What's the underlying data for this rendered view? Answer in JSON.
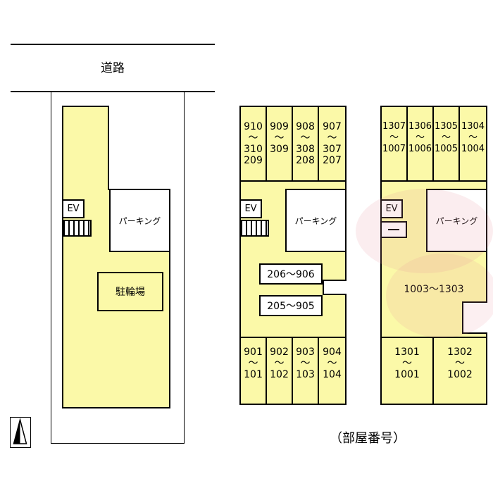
{
  "colors": {
    "building_fill": "#FBF9A8",
    "line": "#000000",
    "stamp": "rgba(231,144,157,0.18)"
  },
  "road": {
    "label": "道路"
  },
  "site_plan": {
    "ev": "EV",
    "parking": "パーキング",
    "bicycle_parking": "駐輪場"
  },
  "building_mid": {
    "top_cells": [
      "910\n〜\n310\n209",
      "909\n〜\n309",
      "908\n〜\n308\n208",
      "907\n〜\n307\n207"
    ],
    "ev": "EV",
    "parking": "パーキング",
    "range_labels": [
      "206〜906",
      "205〜905"
    ],
    "bottom_cells": [
      "901\n〜\n101",
      "902\n〜\n102",
      "903\n〜\n103",
      "904\n〜\n104"
    ]
  },
  "building_right": {
    "top_cells": [
      "1307\n〜\n1007",
      "1306\n〜\n1006",
      "1305\n〜\n1005",
      "1304\n〜\n1004"
    ],
    "ev": "EV",
    "parking": "パーキング",
    "range_label": "1003〜1303",
    "bottom_cells": [
      "1301\n〜\n1001",
      "1302\n〜\n1002"
    ]
  },
  "caption": "（部屋番号）"
}
